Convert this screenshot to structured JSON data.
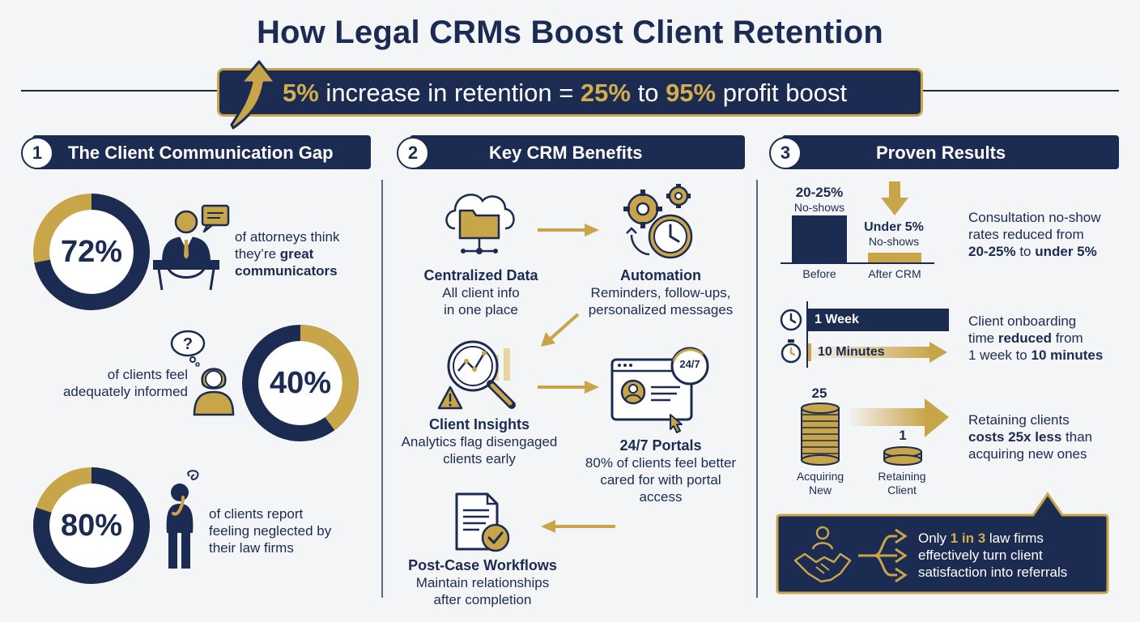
{
  "title": "How Legal CRMs Boost Client Retention",
  "banner": {
    "p1": "5%",
    "t1": " increase in retention = ",
    "p2": "25%",
    "t2": " to ",
    "p3": "95%",
    "t3": " profit boost"
  },
  "sections": [
    {
      "num": "1",
      "title": "The Client Communication Gap"
    },
    {
      "num": "2",
      "title": "Key CRM Benefits"
    },
    {
      "num": "3",
      "title": "Proven Results"
    }
  ],
  "gap": [
    {
      "pct": "72%",
      "value": 72,
      "text_a": "of attorneys think",
      "text_b": "they’re ",
      "text_bold_1": "great",
      "text_bold_2": "communicators"
    },
    {
      "pct": "40%",
      "value": 40,
      "text_a": "of clients feel",
      "text_b": "adequately informed"
    },
    {
      "pct": "80%",
      "value": 80,
      "text_a": "of clients report",
      "text_b": "feeling neglected by",
      "text_c": "their law firms"
    }
  ],
  "benefits": {
    "centralized": {
      "title": "Centralized Data",
      "d1": "All client info",
      "d2": "in one place"
    },
    "automation": {
      "title": "Automation",
      "d1": "Reminders, follow-ups,",
      "d2": "personalized messages"
    },
    "insights": {
      "title": "Client Insights",
      "d1": "Analytics flag disengaged",
      "d2": "clients early"
    },
    "portals": {
      "title": "24/7 Portals",
      "badge": "24/7",
      "d1": "80% of clients feel better",
      "d2": "cared for with portal",
      "d3": "access"
    },
    "postcase": {
      "title": "Post-Case Workflows",
      "d1": "Maintain relationships",
      "d2": "after completion"
    }
  },
  "results": {
    "noshow": {
      "before_value": "20-25%",
      "before_sub": "No-shows",
      "after_value": "Under 5%",
      "after_sub": "No-shows",
      "before_label": "Before",
      "after_label": "After CRM",
      "desc_1": "Consultation no-show",
      "desc_2": "rates reduced from",
      "desc_b1": "20-25%",
      "desc_m": " to ",
      "desc_b2": "under 5%"
    },
    "onboarding": {
      "week_label": "1 Week",
      "min_label": "10 Minutes",
      "desc_1": "Client onboarding",
      "desc_2": "time ",
      "desc_b1": "reduced",
      "desc_3": " from",
      "desc_4": "1 week to ",
      "desc_b2": "10 minutes"
    },
    "cost": {
      "acq_num": "25",
      "ret_num": "1",
      "acq_1": "Acquiring",
      "acq_2": "New",
      "ret_1": "Retaining",
      "ret_2": "Client",
      "desc_1": "Retaining clients",
      "desc_b": "costs 25x less",
      "desc_2": " than",
      "desc_3": "acquiring new ones"
    },
    "referral": {
      "t1": "Only ",
      "b": "1 in 3",
      "t2": " law firms",
      "t3": "effectively turn client",
      "t4": "satisfaction into referrals"
    }
  },
  "colors": {
    "navy": "#1b2b52",
    "gold": "#c9a54a",
    "bg": "#f4f5f7"
  }
}
